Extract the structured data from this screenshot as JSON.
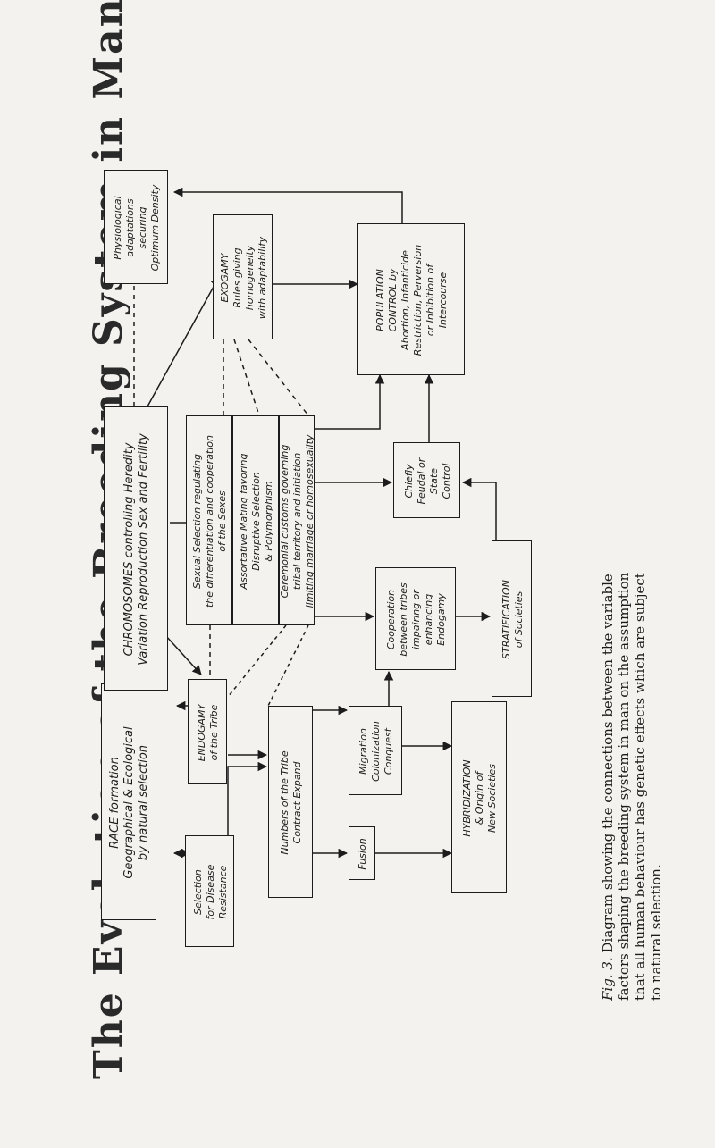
{
  "title": "The Evolution of the Breeding System in Man",
  "boxes": {
    "race": {
      "lines": [
        "RACE formation",
        "Geographical & Ecological",
        "by natural selection"
      ]
    },
    "chromosomes": {
      "lines": [
        "CHROMOSOMES controlling Heredity",
        "Variation Reproduction Sex and Fertility"
      ]
    },
    "physiological": {
      "lines": [
        "Physiological",
        "adaptations",
        "securing",
        "Optimum Density"
      ]
    },
    "endogamy": {
      "lines": [
        "ENDOGAMY",
        "of the Tribe"
      ]
    },
    "disease": {
      "lines": [
        "Selection",
        "for Disease",
        "Resistance"
      ]
    },
    "sexual": {
      "lines": [
        "Sexual Selection regulating",
        "the differentiation and cooperation",
        "of the Sexes"
      ]
    },
    "assortative": {
      "lines": [
        "Assortative Mating favoring",
        "Disruptive Selection",
        "& Polymorphism"
      ]
    },
    "ceremonial": {
      "lines": [
        "Ceremonial customs governing",
        "tribal territory and initiation",
        "limiting marriage or homosexuality"
      ]
    },
    "exogamy": {
      "lines": [
        "EXOGAMY",
        "Rules giving",
        "homogeneity",
        "with adaptability"
      ]
    },
    "numbers": {
      "lines": [
        "Numbers of the Tribe",
        "Contract     Expand"
      ]
    },
    "migration": {
      "lines": [
        "Migration",
        "Colonization",
        "Conquest"
      ]
    },
    "fusion": {
      "lines": [
        "Fusion"
      ]
    },
    "cooperation": {
      "lines": [
        "Cooperation",
        "between tribes",
        "impairing or",
        "enhancing",
        "Endogamy"
      ]
    },
    "hybridization": {
      "lines": [
        "HYBRIDIZATION",
        "& Origin of",
        "New Societies"
      ]
    },
    "stratification": {
      "lines": [
        "STRATIFICATION",
        "of Societies"
      ]
    },
    "chiefly": {
      "lines": [
        "Chiefly",
        "Feudal or",
        "State",
        "Control"
      ]
    },
    "population": {
      "lines": [
        "POPULATION",
        "CONTROL by",
        "Abortion, Infanticide",
        "Restriction, Perversion",
        "or Inhibition of",
        "Intercourse"
      ]
    }
  },
  "caption": {
    "label": "Fig. 3.",
    "text": "Diagram showing the connections between the variable factors shaping the breeding system in man on the assumption that all human behaviour has genetic effects which are subject to natural selection."
  }
}
